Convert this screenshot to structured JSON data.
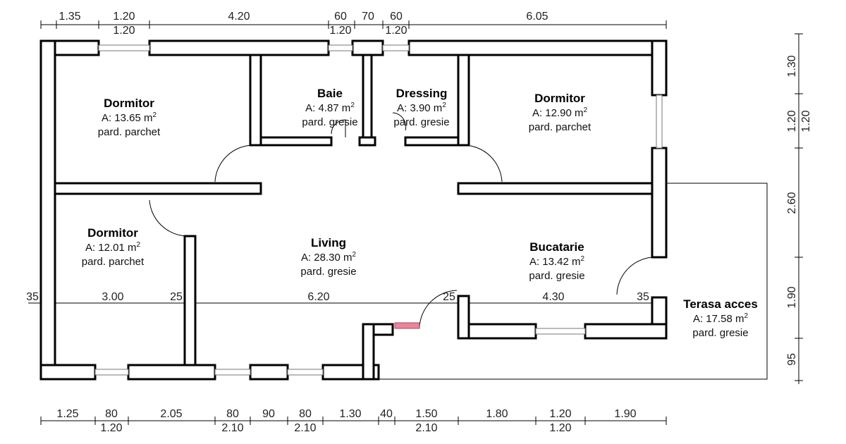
{
  "colors": {
    "wall": "#000000",
    "background": "#ffffff",
    "door_highlight": "#e8859a"
  },
  "dims": {
    "top_row1": [
      "1.35",
      "1.20",
      "4.20",
      "60",
      "70",
      "60",
      "6.05"
    ],
    "top_row2": [
      "1.20",
      "1.20",
      "1.20"
    ],
    "right_col1": [
      "1.30",
      "1.20",
      "2.60",
      "1.90",
      "95"
    ],
    "right_col2": "1.20",
    "mid": [
      "35",
      "3.00",
      "25",
      "6.20",
      "25",
      "4.30",
      "35"
    ],
    "bottom_row1": [
      "1.25",
      "80",
      "2.05",
      "80",
      "90",
      "80",
      "1.30",
      "40",
      "1.50",
      "1.80",
      "1.20",
      "1.90"
    ],
    "bottom_row2": [
      "1.20",
      "2.10",
      "2.10",
      "2.10",
      "1.20"
    ]
  },
  "rooms": [
    {
      "name": "Dormitor",
      "area": "A: 13.65 m",
      "sup": "2",
      "floor": "pard. parchet"
    },
    {
      "name": "Baie",
      "area": "A: 4.87 m",
      "sup": "2",
      "floor": "pard. gresie"
    },
    {
      "name": "Dressing",
      "area": "A: 3.90 m",
      "sup": "2",
      "floor": "pard. gresie"
    },
    {
      "name": "Dormitor",
      "area": "A: 12.90 m",
      "sup": "2",
      "floor": "pard. parchet"
    },
    {
      "name": "Dormitor",
      "area": "A: 12.01 m",
      "sup": "2",
      "floor": "pard. parchet"
    },
    {
      "name": "Living",
      "area": "A: 28.30 m",
      "sup": "2",
      "floor": "pard. gresie"
    },
    {
      "name": "Bucatarie",
      "area": "A: 13.42 m",
      "sup": "2",
      "floor": "pard. gresie"
    },
    {
      "name": "Terasa acces",
      "area": "A: 17.58 m",
      "sup": "2",
      "floor": "pard. gresie"
    }
  ]
}
